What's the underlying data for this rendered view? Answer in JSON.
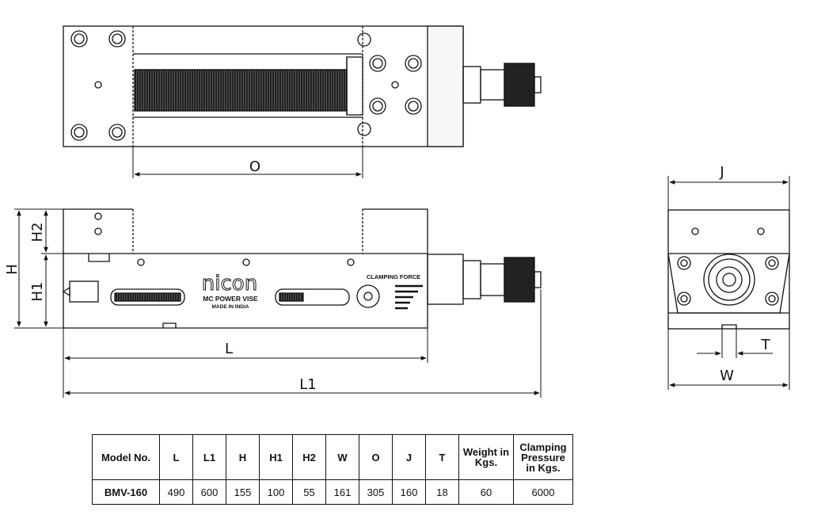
{
  "dimensions": {
    "O": "O",
    "J": "J",
    "H": "H",
    "H1": "H1",
    "H2": "H2",
    "L": "L",
    "L1": "L1",
    "W": "W",
    "T": "T"
  },
  "branding": {
    "logo": "nicon",
    "product": "MC POWER VISE",
    "origin": "MADE IN INDIA",
    "clamping_label": "CLAMPING FORCE"
  },
  "table": {
    "headers": [
      "Model No.",
      "L",
      "L1",
      "H",
      "H1",
      "H2",
      "W",
      "O",
      "J",
      "T",
      "Weight in Kgs.",
      "Clamping Pressure in Kgs."
    ],
    "rows": [
      [
        "BMV-160",
        "490",
        "600",
        "155",
        "100",
        "55",
        "161",
        "305",
        "160",
        "18",
        "60",
        "6000"
      ]
    ]
  }
}
